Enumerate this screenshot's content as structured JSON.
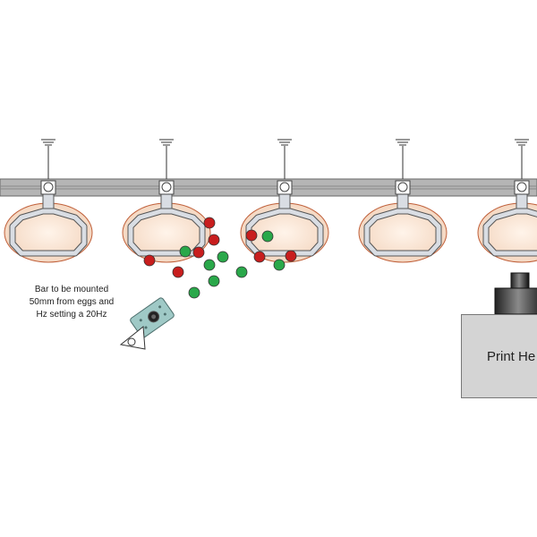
{
  "diagram": {
    "caption_lines": [
      "Bar to be mounted",
      "50mm from eggs and",
      "Hz setting a 20Hz"
    ],
    "print_head_label": "Print He",
    "colors": {
      "rail": "#b3b3b3",
      "egg_fill": "#f6dcc8",
      "egg_stroke": "#c0603a",
      "holder": "#d9dde3",
      "drop_red": "#c81e1e",
      "drop_green": "#2aa84a",
      "sensor": "#9fc9c6"
    }
  }
}
